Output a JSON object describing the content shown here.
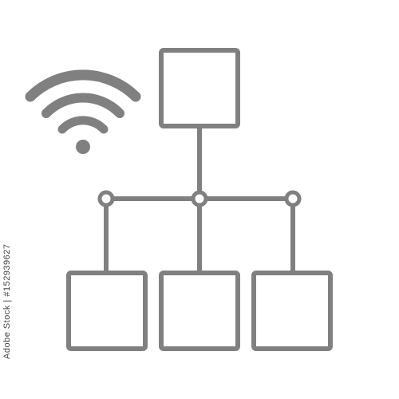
{
  "icon": {
    "name": "network-hierarchy-wifi-icon",
    "stroke_color": "#808080",
    "background_color": "#ffffff"
  },
  "parts": {
    "wifi": "wifi-icon",
    "top_node": "top-node-box",
    "bottom_nodes": [
      "bottom-node-left",
      "bottom-node-center",
      "bottom-node-right"
    ]
  },
  "side_text": {
    "stock_id": "Adobe Stock | #152939627"
  }
}
